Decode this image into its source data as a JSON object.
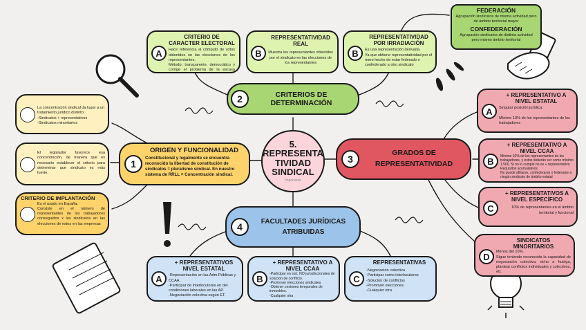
{
  "center": {
    "number": "5.",
    "line1": "REPRESENTA",
    "line2": "TIVIDAD",
    "line3": "SINDICAL",
    "subtitle": "Importante"
  },
  "colors": {
    "green": "#a8d672",
    "lime": "#dff3b0",
    "yellow": "#ffd36b",
    "cream": "#fff1bf",
    "red": "#e05661",
    "pink": "#f0a9b1",
    "blue": "#9cc3ea",
    "lightblue": "#cfe2f6",
    "pinkcenter": "#fbd4dc"
  },
  "branch2": {
    "number": "2",
    "label": "CRITERIOS DE DETERMINACIÓN",
    "a": {
      "letter": "A",
      "title": "CRITERIO DE CARACTER ELECTORAL",
      "text": "Hace referencia al cómputo de votos obtenidos en las elecciones de los representantes.\nMétodo: transparente, democrático y corrige el problema de la escasa sindicación."
    },
    "b": {
      "letter": "B",
      "title": "REPRESENTATIVIDAD REAL",
      "text": "Muestra los representantes obtenidos por el sindicato en las elecciones de los representantes"
    },
    "c": {
      "letter": "B",
      "title": "REPRESENTATIVIDAD POR IRRADIACIÓN",
      "text": "Es una representación derivada.\nYa que obtiene representatividad por el mero hecho de estar federado o confederado a otro sindicato"
    },
    "fed": {
      "title1": "FEDERACIÓN",
      "text1": "Agrupación sindicatos de misma actividad pero de ámbito territorial mayor",
      "title2": "CONFEDERACIÓN",
      "text2": "Agrupación sindicatos de distinta actividad pero mismo ámbito territorial"
    }
  },
  "branch1": {
    "number": "1",
    "label": "ORIGEN Y FUNCIONALIDAD",
    "text": "Constitucional y legalmente se encuentra reconocido la libertad de constitución de sindicatos = pluralismo sindical. En nuestro sistema de RRLL = Concentración sindical.",
    "l1": {
      "text": "La concentración sindical da lugar a un tratamiento jurídico distinto:\n-Sindicatos + representativos\n-Sindicatos minoritarios"
    },
    "l2": {
      "text": "El legislador favorece esa concentración, de manera que es necesario establecer el criterio para determinar que sindicato es más fuerte."
    },
    "l3": {
      "title": "CRITERIO DE IMPLANTACIÓN",
      "text": "Es el usado en España.\nConsiste en el número de representantes de los trabajadores conseguidos x los sindicatos en las elecciones de estos en las empresas"
    }
  },
  "branch3": {
    "number": "3",
    "label": "GRADOS DE REPRESENTATIVIDAD",
    "a": {
      "letter": "A",
      "title": "+ REPRESENTATIVO A NIVEL ESTATAL",
      "text": "Singular posición jurídica.\n\nMínimo 10% de los representantes de los trabajadores"
    },
    "b": {
      "letter": "B",
      "title": "+ REPRESENTATIVO A NIVEL CCAA",
      "text": "Mínimo 10% de los representantes de los trabajadores, y estos deberán ser como mínimo 1.500. Si no lo cumple no es + representativo\nRequisitos acumulativos\nNo puede afiliarse, confederarse o federarse a ningún sindicato de ámbito estatal"
    },
    "c": {
      "letter": "C",
      "title": "+ REPRESENTATIVOS A NIVEL ESPECÍFICO",
      "text": "10% de representantes en el ámbito territorial y funcional"
    },
    "d": {
      "letter": "D",
      "title": "SINDICATOS MINORITARIOS",
      "text": "Menos del 10%.\nSigue teniendo reconocida la capacidad de negociación colectiva, dcho a huelga, plantear conflictos individuales y colectivos, etc."
    }
  },
  "branch4": {
    "number": "4",
    "label": "FACULTADES JURÍDICAS ATRIBUIDAS",
    "a": {
      "letter": "A",
      "title": "+ REPRESENTATIVOS NIVEL ESTATAL",
      "text": "-Representación en las Adm.Públicas y CCAA.\n-Participar de interlocutores en det. condiciones laborales en las AP.\n-Negociación colectiva según ET."
    },
    "b": {
      "letter": "B",
      "title": "+ REPRESENTATIVO A NIVEL CCAA",
      "text": "-Participar en sist. NO jurisdiccionales de solución de conflicto.\n-Promover elecciones sindicales\n-Obtener cesiones temporales de inmuebles.\n-Cualquier otra"
    },
    "c": {
      "letter": "C",
      "title": "REPRESENTATIVAS",
      "text": "-Negociación colectiva\n-Participar como interlocutores\n-Solución de conflictos\n-Promover elecciones\n-Cualquier otra"
    }
  }
}
